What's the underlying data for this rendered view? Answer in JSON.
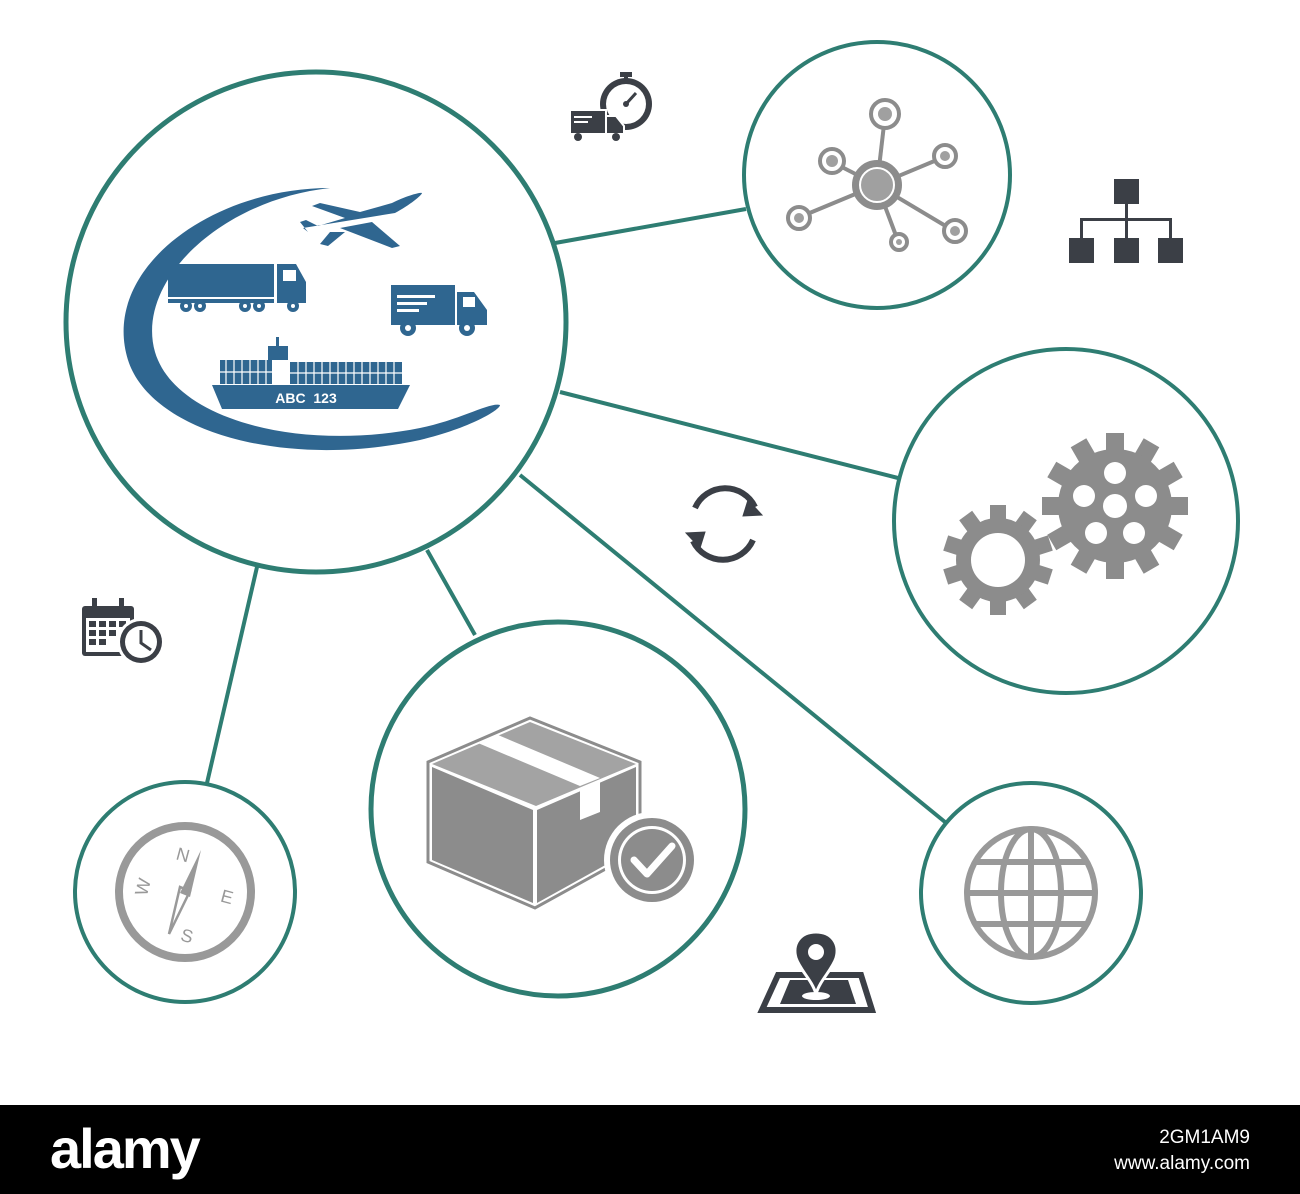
{
  "diagram": {
    "ship_label": "ABC  123",
    "compass": {
      "north": "N",
      "south": "S",
      "east": "E",
      "west": "W"
    },
    "colors": {
      "ring": "#2e7d72",
      "logistics_blue": "#2f6690",
      "icon_gray": "#8c8c8c",
      "dark_icon": "#3b3f46"
    },
    "nodes": [
      {
        "id": "hub",
        "icon": "logistics-transport-icon"
      },
      {
        "id": "network",
        "icon": "network-nodes-icon"
      },
      {
        "id": "settings",
        "icon": "gears-icon"
      },
      {
        "id": "package",
        "icon": "package-check-icon"
      },
      {
        "id": "navigation",
        "icon": "compass-icon"
      },
      {
        "id": "global",
        "icon": "globe-icon"
      }
    ],
    "floating_icons": [
      "delivery-timer-icon",
      "hierarchy-icon",
      "refresh-icon",
      "calendar-clock-icon",
      "map-pin-icon"
    ]
  },
  "footer": {
    "brand": "alamy",
    "image_id": "2GM1AM9",
    "site": "www.alamy.com"
  }
}
